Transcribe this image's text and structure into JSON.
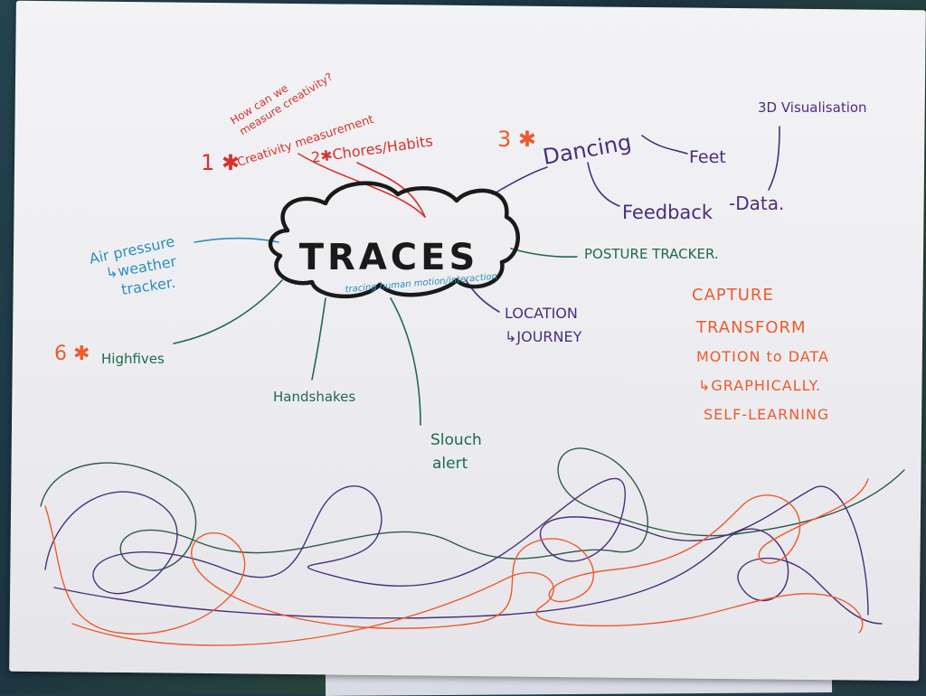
{
  "colors": {
    "ink_black": "#1a1a1a",
    "ink_red": "#d8312d",
    "ink_orange": "#ef5a2c",
    "ink_purple": "#4a2f7a",
    "ink_green": "#1f6a4a",
    "ink_blue": "#2d8fb8"
  },
  "central": {
    "title": "TRACES",
    "subtitle": "tracing human motion/interaction"
  },
  "branches": {
    "question_1": "How can we",
    "question_2": "measure creativity?",
    "creativity_mark": "1 ✱",
    "creativity": "Creativity measurement",
    "chores": "2✱Chores/Habits",
    "dancing_mark": "3 ✱",
    "dancing": "Dancing",
    "feet": "Feet",
    "feedback": "Feedback",
    "data": "-Data.",
    "visualisation": "3D Visualisation",
    "posture": "POSTURE TRACKER.",
    "location_1": "LOCATION",
    "location_2": "↳JOURNEY",
    "air_1": "Air pressure",
    "air_2": "↳weather",
    "air_3": "tracker.",
    "highfives_mark": "6 ✱",
    "highfives": "Highfives",
    "handshakes": "Handshakes",
    "slouch_1": "Slouch",
    "slouch_2": "alert"
  },
  "notes": {
    "line_1": "CAPTURE",
    "line_2": "TRANSFORM",
    "line_3": "MOTION to DATA",
    "line_4": "↳GRAPHICALLY.",
    "line_5": "SELF-LEARNING"
  }
}
